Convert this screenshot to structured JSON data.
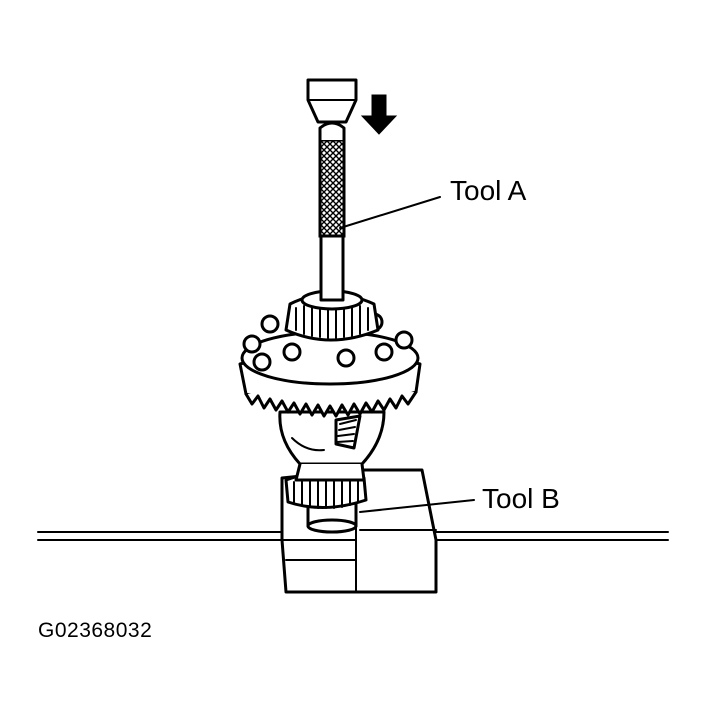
{
  "labels": {
    "tool_a": "Tool A",
    "tool_b": "Tool B"
  },
  "figure_id": "G02368032",
  "icons": {
    "press_direction": "arrow-down-icon"
  }
}
